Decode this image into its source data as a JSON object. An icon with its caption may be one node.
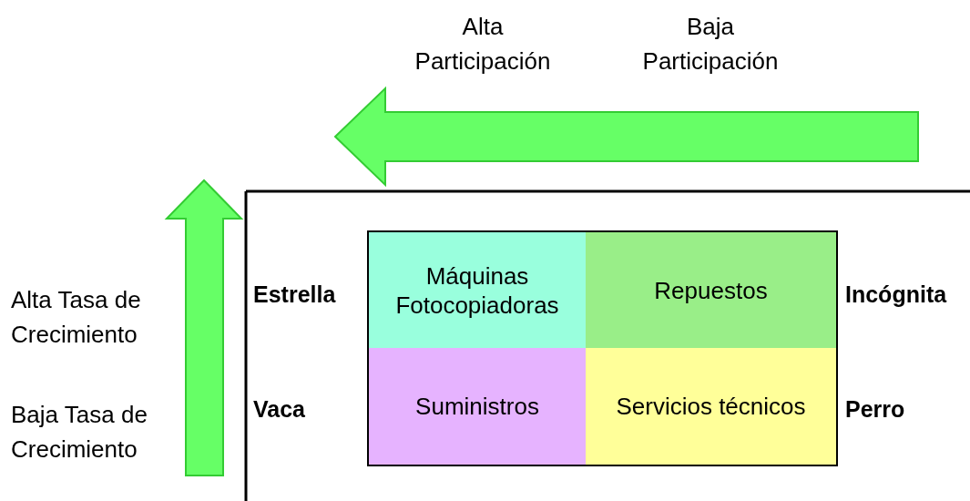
{
  "diagram": {
    "nodes": [
      {
        "text": [
          "Máquinas Fotocopiadoras"
        ]
      },
      {
        "text": [
          "Repuestos"
        ]
      },
      {
        "text": [
          "Suministros"
        ]
      },
      {
        "text": [
          "Servicios técnicos"
        ]
      }
    ],
    "labels": [
      "Alta Participación",
      "Baja Participación",
      "Alta Tasa de Crecimiento",
      "Estrella",
      "Incógnita",
      "Baja Tasa de Crecimiento",
      "Vaca",
      "Perro"
    ]
  }
}
